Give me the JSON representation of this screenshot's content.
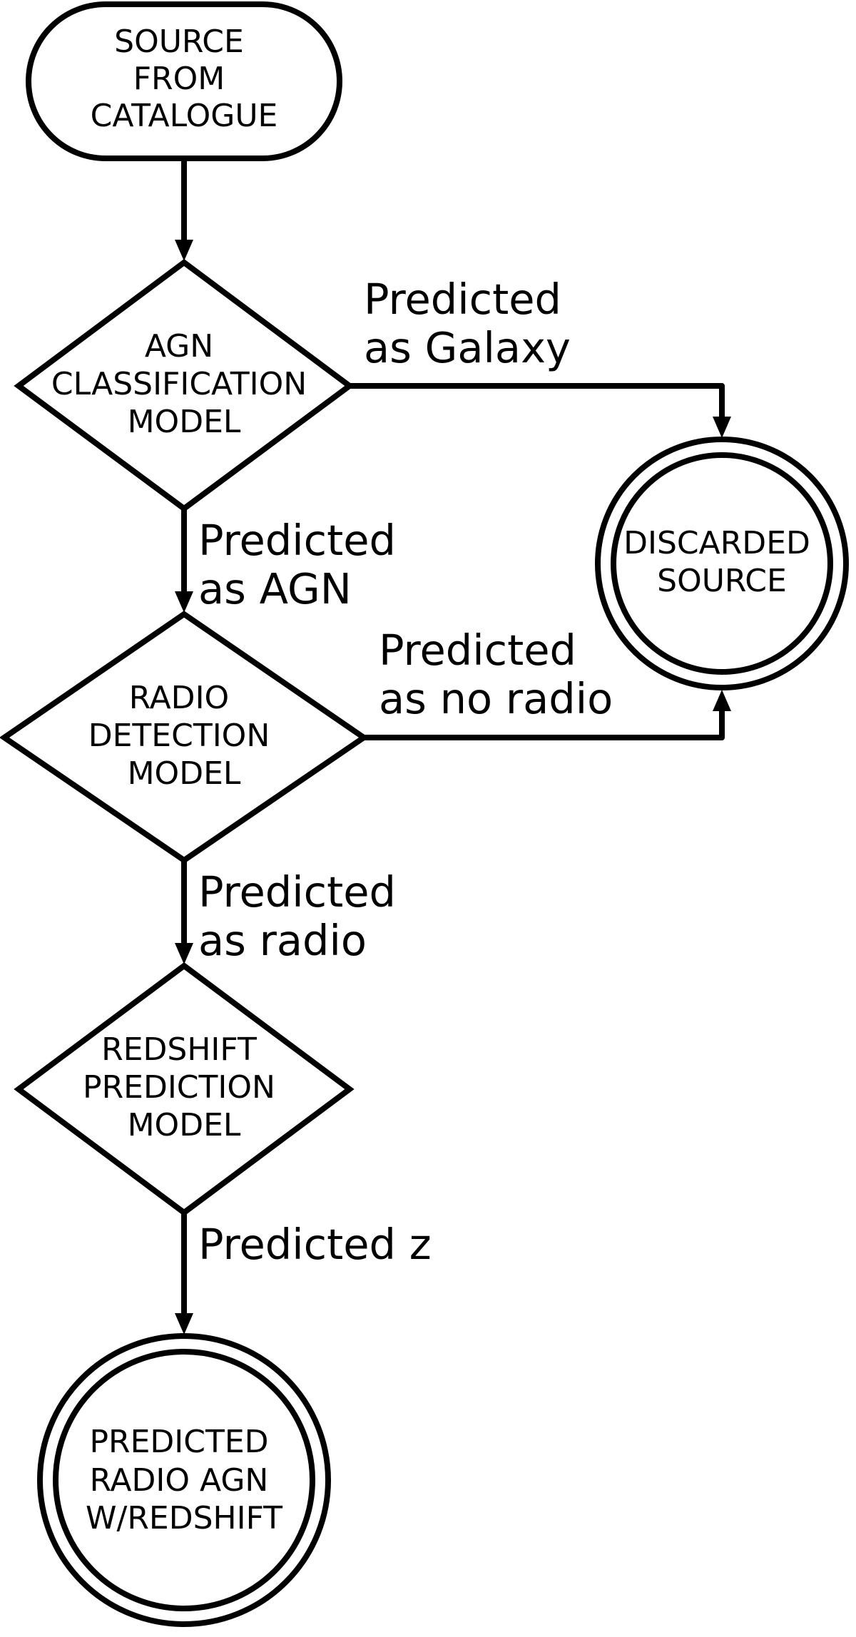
{
  "nodes": {
    "source": {
      "lines": [
        "SOURCE",
        "FROM",
        "CATALOGUE"
      ]
    },
    "agn_model": {
      "lines": [
        "AGN",
        "CLASSIFICATION",
        "MODEL"
      ]
    },
    "radio_model": {
      "lines": [
        "RADIO",
        "DETECTION",
        "MODEL"
      ]
    },
    "redshift_model": {
      "lines": [
        "REDSHIFT",
        "PREDICTION",
        "MODEL"
      ]
    },
    "discarded": {
      "lines": [
        "DISCARDED",
        "SOURCE"
      ]
    },
    "final": {
      "lines": [
        "PREDICTED",
        "RADIO AGN",
        "W/REDSHIFT"
      ]
    }
  },
  "edges": {
    "galaxy": {
      "lines": [
        "Predicted",
        "as Galaxy"
      ]
    },
    "agn": {
      "lines": [
        "Predicted",
        "as AGN"
      ]
    },
    "no_radio": {
      "lines": [
        "Predicted",
        "as no radio"
      ]
    },
    "radio": {
      "lines": [
        "Predicted",
        "as radio"
      ]
    },
    "z": {
      "lines": [
        "Predicted z"
      ]
    }
  }
}
